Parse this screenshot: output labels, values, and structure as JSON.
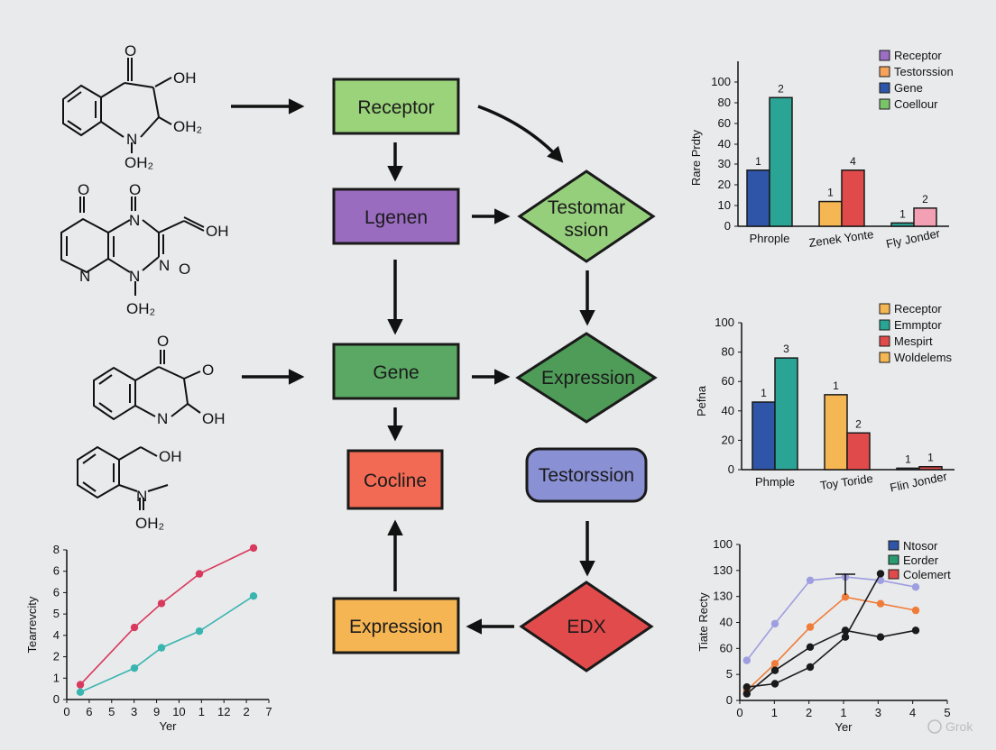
{
  "flow": {
    "receptor": "Receptor",
    "lgenen": "Lgenen",
    "testosterone_line1": "Testomar",
    "testosterone_line2": "ssion",
    "gene": "Gene",
    "expression_diamond": "Expression",
    "cocline": "Cocline",
    "testorssion": "Testorssion",
    "expression_box": "Expression",
    "edx": "EDX"
  },
  "molecules": {
    "m1": {
      "o_top": "O",
      "oh": "OH",
      "oh2_right": "OH₂",
      "n": "N",
      "oh2_bottom": "OH₂"
    },
    "m2": {
      "o_left": "O",
      "o_mid": "O",
      "n_top": "N",
      "oh": "OH",
      "n_right": "N",
      "o_right": "O",
      "n_ring": "N",
      "n_bottom": "N",
      "oh2": "OH₂"
    },
    "m3": {
      "o_top": "O",
      "o_right": "O",
      "n": "N",
      "oh": "OH"
    },
    "m4": {
      "oh": "OH",
      "n": "N",
      "oh2": "OH₂"
    }
  },
  "watermark": "Grok",
  "chart_data": [
    {
      "type": "bar",
      "ylabel": "Rare Prdty",
      "ylim": [
        0,
        100
      ],
      "yticks": [
        0,
        10,
        20,
        30,
        40,
        60,
        80,
        100
      ],
      "categories": [
        "Phrople",
        "Zenek Yonte",
        "Fly Jonder"
      ],
      "legend": [
        "Receptor",
        "Testorssion",
        "Gene",
        "Coellour"
      ],
      "legend_colors": [
        "#9b6fc4",
        "#f5a35a",
        "#2e55a8",
        "#7ac36a"
      ],
      "bars": [
        {
          "category": "Phrople",
          "value": 34,
          "color": "#2e55a8",
          "label": "1"
        },
        {
          "category": "Phrople",
          "value": 78,
          "color": "#2aa595",
          "label": "2"
        },
        {
          "category": "Zenek Yonte",
          "value": 15,
          "color": "#f5b654",
          "label": "1"
        },
        {
          "category": "Zenek Yonte",
          "value": 34,
          "color": "#e04a4a",
          "label": "4"
        },
        {
          "category": "Fly Jonder",
          "value": 2,
          "color": "#2aa595",
          "label": "1"
        },
        {
          "category": "Fly Jonder",
          "value": 11,
          "color": "#f3a0b4",
          "label": "2"
        }
      ]
    },
    {
      "type": "bar",
      "ylabel": "Pefna",
      "ylim": [
        0,
        100
      ],
      "yticks": [
        0,
        20,
        40,
        60,
        80,
        100
      ],
      "categories": [
        "Phmple",
        "Toy Toride",
        "Flin Jonder"
      ],
      "legend": [
        "Receptor",
        "Emmptor",
        "Mespirt",
        "Woldelems"
      ],
      "legend_colors": [
        "#f5b654",
        "#2aa595",
        "#e04a4a",
        "#f5b654"
      ],
      "bars": [
        {
          "category": "Phmple",
          "value": 46,
          "color": "#2e55a8",
          "label": "1"
        },
        {
          "category": "Phmple",
          "value": 76,
          "color": "#2aa595",
          "label": "3"
        },
        {
          "category": "Toy Toride",
          "value": 51,
          "color": "#f5b654",
          "label": "1"
        },
        {
          "category": "Toy Toride",
          "value": 25,
          "color": "#e04a4a",
          "label": "2"
        },
        {
          "category": "Flin Jonder",
          "value": 1,
          "color": "#2e55a8",
          "label": "1"
        },
        {
          "category": "Flin Jonder",
          "value": 2,
          "color": "#e04a4a",
          "label": "1"
        }
      ]
    },
    {
      "type": "line",
      "ylabel": "Tearrevcity",
      "xlabel": "Yer",
      "xticks": [
        "0",
        "6",
        "5",
        "3",
        "9",
        "10",
        "1",
        "12",
        "2",
        "7"
      ],
      "yticks": [
        "0",
        "1",
        "2",
        "4",
        "5",
        "6",
        "6",
        "8"
      ],
      "series": [
        {
          "color": "#d83a5e",
          "points": [
            [
              0.5,
              0.8
            ],
            [
              2.5,
              3.9
            ],
            [
              3.5,
              5.2
            ],
            [
              4.9,
              6.8
            ],
            [
              6.9,
              8.2
            ]
          ]
        },
        {
          "color": "#39b5b0",
          "points": [
            [
              0.5,
              0.4
            ],
            [
              2.5,
              1.7
            ],
            [
              3.5,
              2.8
            ],
            [
              4.9,
              3.7
            ],
            [
              6.9,
              5.6
            ]
          ]
        }
      ]
    },
    {
      "type": "line",
      "ylabel": "Tiate Recty",
      "xlabel": "Yer",
      "xticks": [
        "0",
        "1",
        "2",
        "1",
        "3",
        "4",
        "5"
      ],
      "yticks": [
        "0",
        "5",
        "60",
        "40",
        "130",
        "130",
        "100"
      ],
      "legend": [
        "Ntosor",
        "Eorder",
        "Colemert"
      ],
      "legend_colors": [
        "#2e55a8",
        "#2a9a70",
        "#e04a4a"
      ],
      "series": [
        {
          "color": "#9e9ee0",
          "points": [
            [
              0.2,
              1.2
            ],
            [
              1,
              2.3
            ],
            [
              2,
              3.6
            ],
            [
              3,
              3.7
            ],
            [
              4,
              3.6
            ],
            [
              5,
              3.4
            ]
          ]
        },
        {
          "color": "#f07c3a",
          "points": [
            [
              0.2,
              0.3
            ],
            [
              1,
              1.1
            ],
            [
              2,
              2.2
            ],
            [
              3,
              3.1
            ],
            [
              4,
              2.9
            ],
            [
              5,
              2.7
            ]
          ]
        },
        {
          "color": "#1a1a1a",
          "points": [
            [
              0.2,
              0.2
            ],
            [
              1,
              0.9
            ],
            [
              2,
              1.6
            ],
            [
              3,
              2.1
            ],
            [
              4,
              1.9
            ],
            [
              5,
              2.1
            ]
          ]
        },
        {
          "color": "#1a1a1a",
          "points": [
            [
              0.2,
              0.4
            ],
            [
              1,
              0.5
            ],
            [
              2,
              1.0
            ],
            [
              3,
              1.9
            ],
            [
              4,
              3.8
            ]
          ]
        }
      ]
    }
  ]
}
